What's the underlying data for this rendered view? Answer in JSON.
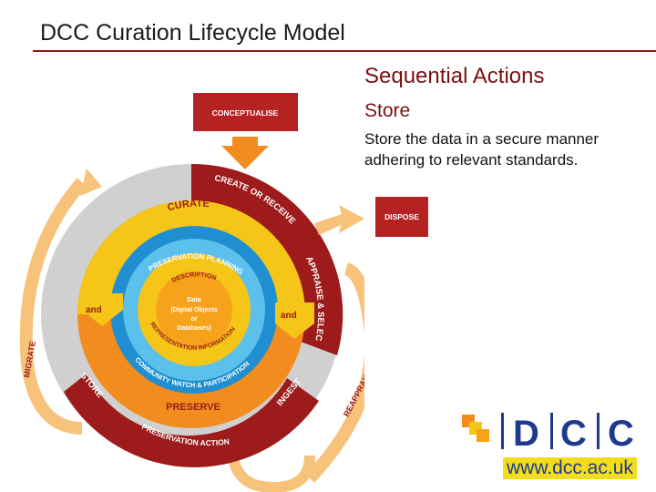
{
  "slide": {
    "title": "DCC Curation Lifecycle Model",
    "heading": "Sequential Actions",
    "subheading": "Store",
    "description": "Store the data in a secure manner adhering to relevant standards.",
    "url": "www.dcc.ac.uk"
  },
  "diagram": {
    "conceptualise": "CONCEPTUALISE",
    "dispose": "DISPOSE",
    "create_or_receive": "CREATE OR RECEIVE",
    "appraise_select": "APPRAISE & SELECT",
    "ingest": "INGEST",
    "preservation_action": "PRESERVATION ACTION",
    "store": "STORE",
    "migrate": "MIGRATE",
    "reappraise": "REAPPRAISE",
    "curate": "CURATE",
    "preserve": "PRESERVE",
    "preservation_planning": "PRESERVATION PLANNING",
    "community_watch": "COMMUNITY WATCH & PARTICIPATION",
    "description": "DESCRIPTION",
    "representation_information": "REPRESENTATION INFORMATION",
    "data_line1": "Data",
    "data_line2": "(Digital Objects",
    "data_line3": "or",
    "data_line4": "Databases)",
    "and_left": "and",
    "and_right": "and"
  },
  "logo": {
    "letters": [
      "D",
      "C",
      "C"
    ]
  },
  "colors": {
    "dark_red": "#9e1b1b",
    "orange": "#f28c1e",
    "yellow": "#f5c518",
    "blue": "#1f8fd1",
    "light_blue": "#5bc0eb",
    "grey": "#d0d0d0",
    "peach": "#f7c27a",
    "logo_blue": "#1f3a8c"
  }
}
